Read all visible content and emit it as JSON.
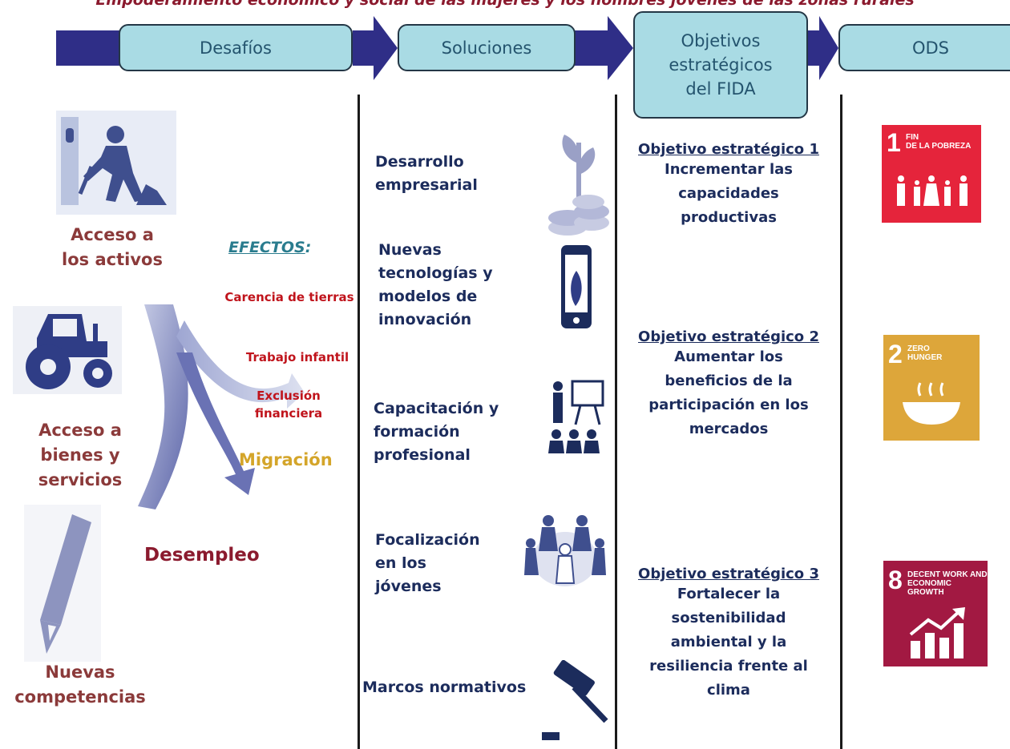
{
  "title": "Empoderamiento económico y social de las mujeres y los hombres jóvenes de las zonas rurales",
  "headers": {
    "desafios": "Desafíos",
    "soluciones": "Soluciones",
    "objetivos": [
      "Objetivos",
      "estratégicos",
      "del FIDA"
    ],
    "ods": "ODS"
  },
  "challenges": [
    {
      "lines": [
        "Acceso a",
        "los activos"
      ],
      "icon": "worker-digging-icon"
    },
    {
      "lines": [
        "Acceso a",
        "bienes y",
        "servicios"
      ],
      "icon": "tractor-icon"
    },
    {
      "lines": [
        "Nuevas",
        "competencias"
      ],
      "icon": "pencil-icon"
    }
  ],
  "effects": {
    "heading": "EFECTOS",
    "colon": ":",
    "items": [
      "Carencia de tierras",
      "Trabajo infantil",
      "Exclusión",
      "financiera"
    ],
    "migracion": "Migración",
    "desempleo": "Desempleo"
  },
  "solutions": [
    {
      "lines": [
        "Desarrollo",
        "empresarial"
      ],
      "icon": "plant-coins-icon"
    },
    {
      "lines": [
        "Nuevas",
        "tecnologías y",
        "modelos de",
        "innovación"
      ],
      "icon": "smartphone-leaf-icon"
    },
    {
      "lines": [
        "Capacitación y",
        "formación",
        "profesional"
      ],
      "icon": "training-presentation-icon"
    },
    {
      "lines": [
        "Focalización",
        "en los",
        "jóvenes"
      ],
      "icon": "youth-circle-icon"
    },
    {
      "lines": [
        "Marcos normativos"
      ],
      "icon": "gavel-icon"
    }
  ],
  "objectives": [
    {
      "title": "Objetivo estratégico 1",
      "lines": [
        "Incrementar las",
        "capacidades",
        "productivas"
      ]
    },
    {
      "title": "Objetivo estratégico 2",
      "lines": [
        "Aumentar los",
        "beneficios de la",
        "participación en los",
        "mercados"
      ]
    },
    {
      "title": "Objetivo estratégico 3",
      "lines": [
        "Fortalecer la",
        "sostenibilidad",
        "ambiental y la",
        "resiliencia frente al",
        "clima"
      ]
    }
  ],
  "sdgs": [
    {
      "number": "1",
      "label": [
        "FIN",
        "DE LA POBREZA"
      ],
      "color": "#e5243b",
      "icon": "family-icon"
    },
    {
      "number": "2",
      "label": [
        "ZERO",
        "HUNGER"
      ],
      "color": "#dda63a",
      "icon": "bowl-icon"
    },
    {
      "number": "8",
      "label": [
        "DECENT WORK AND",
        "ECONOMIC GROWTH"
      ],
      "color": "#a21942",
      "icon": "growth-chart-icon"
    }
  ],
  "colors": {
    "arrow": "#2f2e87",
    "header_fill": "#a9dbe4",
    "challenge_text": "#8b3a3a",
    "effect_text": "#c0141c",
    "migracion_text": "#d4a52a",
    "desempleo_text": "#8b1a2e",
    "navy_text": "#1c2c5c"
  }
}
